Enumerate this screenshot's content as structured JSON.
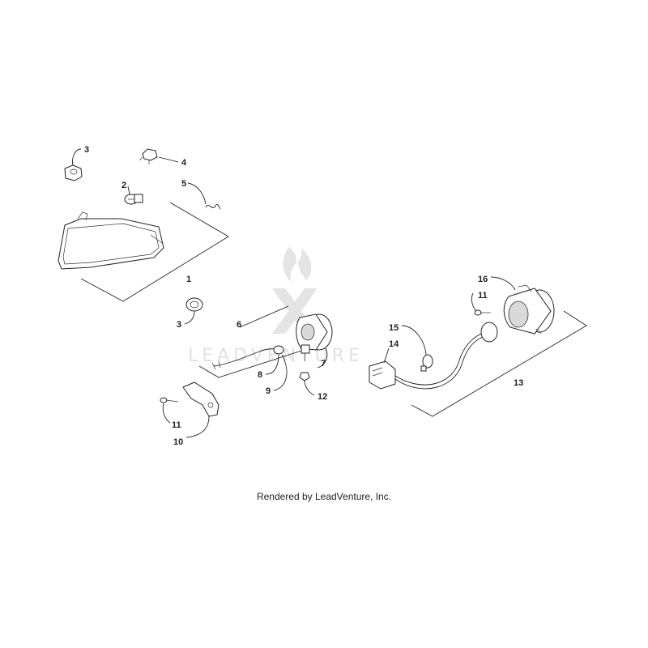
{
  "watermark": {
    "text": "LEADVENTURE"
  },
  "credit": "Rendered by LeadVenture, Inc.",
  "callouts": {
    "c1": "1",
    "c2": "2",
    "c3a": "3",
    "c3b": "3",
    "c4": "4",
    "c5": "5",
    "c6": "6",
    "c7": "7",
    "c8": "8",
    "c9": "9",
    "c10": "10",
    "c11a": "11",
    "c11b": "11",
    "c12": "12",
    "c13": "13",
    "c14": "14",
    "c15": "15",
    "c16": "16"
  }
}
